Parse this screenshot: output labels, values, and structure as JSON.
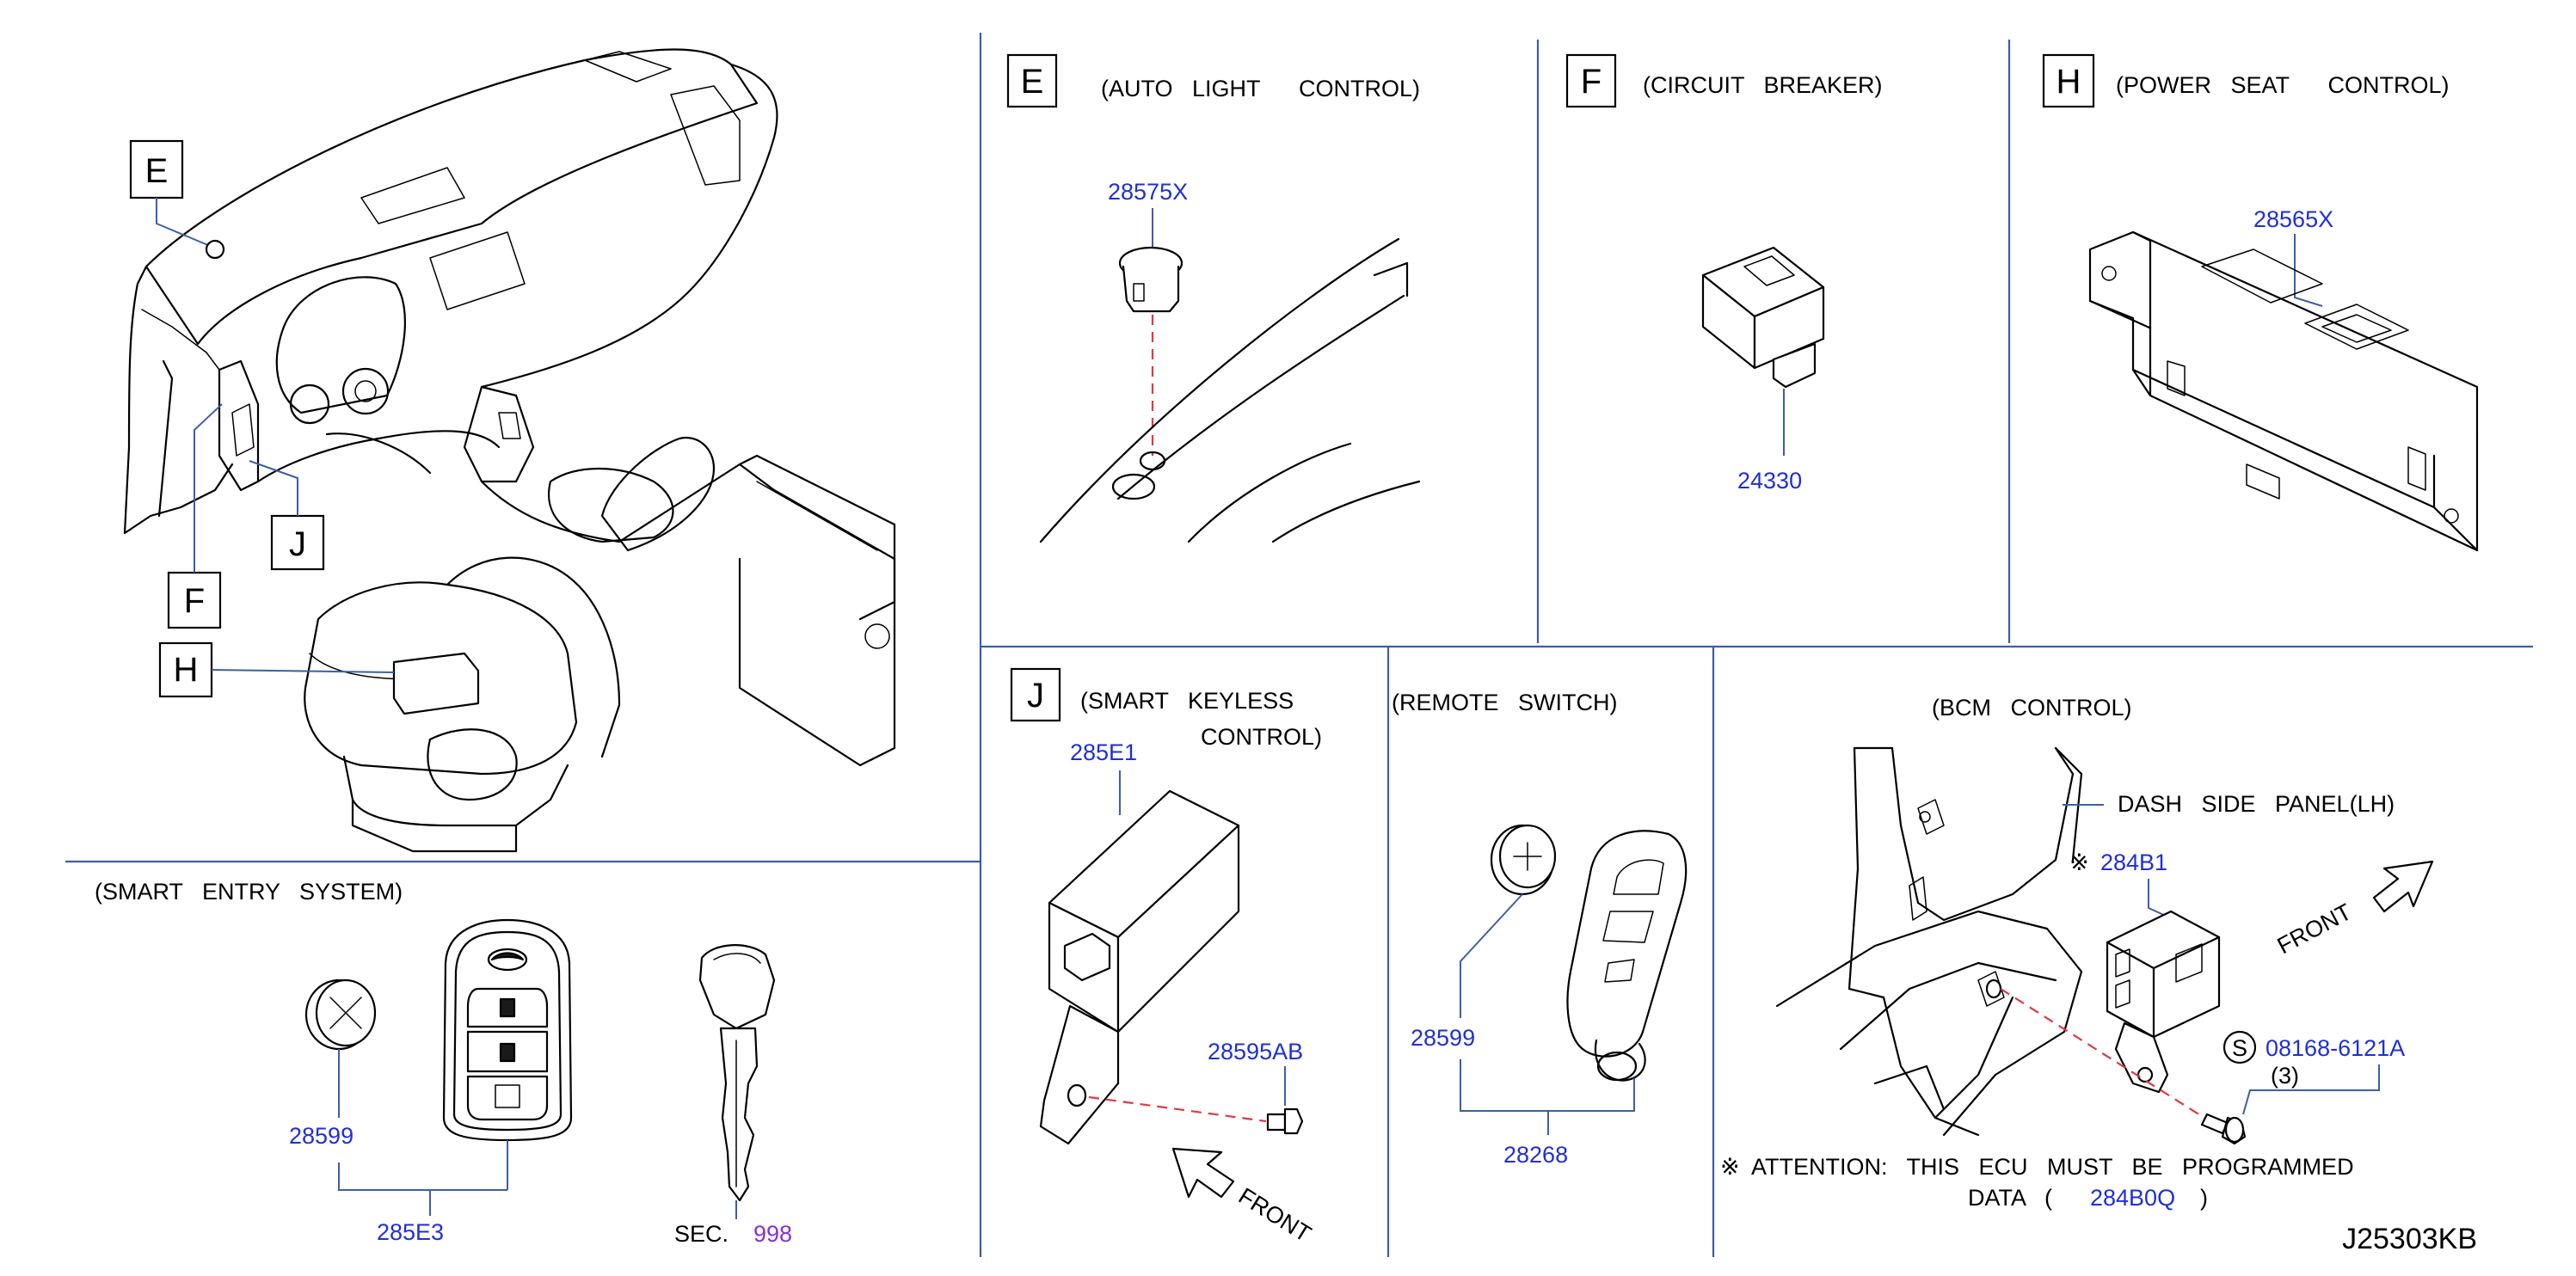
{
  "overview": {
    "callouts": [
      "E",
      "J",
      "F",
      "H"
    ]
  },
  "panel_e": {
    "letter": "E",
    "title": "(AUTO   LIGHT      CONTROL)",
    "part": "28575X"
  },
  "panel_f": {
    "letter": "F",
    "title": "(CIRCUIT   BREAKER)",
    "part": "24330"
  },
  "panel_h": {
    "letter": "H",
    "title": "(POWER   SEAT      CONTROL)",
    "part": "28565X"
  },
  "panel_j": {
    "letter": "J",
    "title_line1": "(SMART   KEYLESS",
    "title_line2": "CONTROL)",
    "part_unit": "285E1",
    "part_bolt": "28595AB",
    "direction": "FRONT"
  },
  "panel_remote": {
    "title": "(REMOTE   SWITCH)",
    "part_battery": "28599",
    "part_assembly": "28268"
  },
  "panel_bcm": {
    "title": "(BCM   CONTROL)",
    "dash_label": "DASH   SIDE   PANEL(LH)",
    "symbol": "※",
    "part_ecu": "284B1",
    "direction": "FRONT",
    "screw_symbol": "S",
    "part_screw": "08168-6121A",
    "screw_qty": "(3)",
    "attention": "ATTENTION:   THIS   ECU   MUST   BE   PROGRAMMED",
    "data_label": "DATA   (",
    "data_code": "284B0Q",
    "data_close": ")"
  },
  "panel_smart": {
    "title": "(SMART   ENTRY   SYSTEM)",
    "part_battery": "28599",
    "part_keyfob": "285E3",
    "sec_label": "SEC.",
    "sec_number": "998"
  },
  "diagram_id": "J25303KB",
  "colors": {
    "divider": "#3b5fa8",
    "part_number": "#1f2fd6",
    "section_ref": "#8a2fd0",
    "alignment_line": "#e0393e"
  }
}
